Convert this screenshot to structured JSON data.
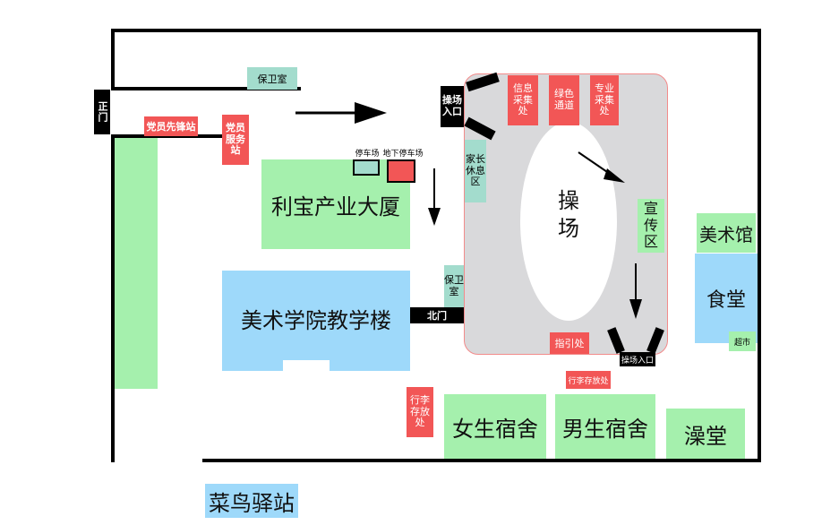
{
  "labels": {
    "main_gate": "正门",
    "security_top": "保卫室",
    "party_pioneer": "党员先锋站",
    "party_service": "党员\n服务\n站",
    "libao_building": "利宝产业大厦",
    "parking": "停车场",
    "underground_parking": "地下停车场",
    "art_teaching": "美术学院教学楼",
    "security_side": "保卫室",
    "north_gate": "北门",
    "field_entry_left": "操场\n入口",
    "info_collect": "信息\n采集\n处",
    "green_channel": "绿色\n通道",
    "major_collect": "专业\n采集\n处",
    "parent_rest": "家长\n休息\n区",
    "field": "操\n场",
    "promo_area": "宣\n传\n区",
    "guide": "指引处",
    "field_entry_bottom": "操场入口",
    "luggage_small": "行李存放处",
    "luggage_left": "行李\n存放\n处",
    "art_museum": "美术馆",
    "canteen": "食堂",
    "supermarket": "超市",
    "girls_dorm": "女生宿舍",
    "boys_dorm": "男生宿舍",
    "bathhouse": "澡堂",
    "cainiao": "菜鸟驿站"
  },
  "colors": {
    "building_green": "#a5f0ad",
    "building_blue": "#9ed9fa",
    "service_red": "#f25656",
    "rest_teal": "#a3dccd",
    "field_gray": "#d9d9db",
    "wall_black": "#000000"
  }
}
